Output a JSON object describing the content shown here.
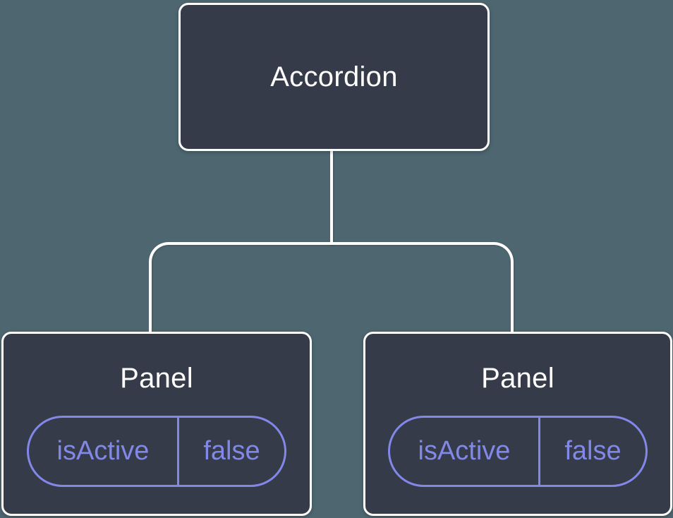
{
  "diagram": {
    "colors": {
      "background": "#4D6670",
      "node_fill": "#353B48",
      "node_border": "#FFFFFF",
      "node_text": "#FFFFFF",
      "state_accent": "#8288E8"
    },
    "root": {
      "label": "Accordion"
    },
    "children": [
      {
        "label": "Panel",
        "state": {
          "name": "isActive",
          "value": "false"
        }
      },
      {
        "label": "Panel",
        "state": {
          "name": "isActive",
          "value": "false"
        }
      }
    ]
  }
}
